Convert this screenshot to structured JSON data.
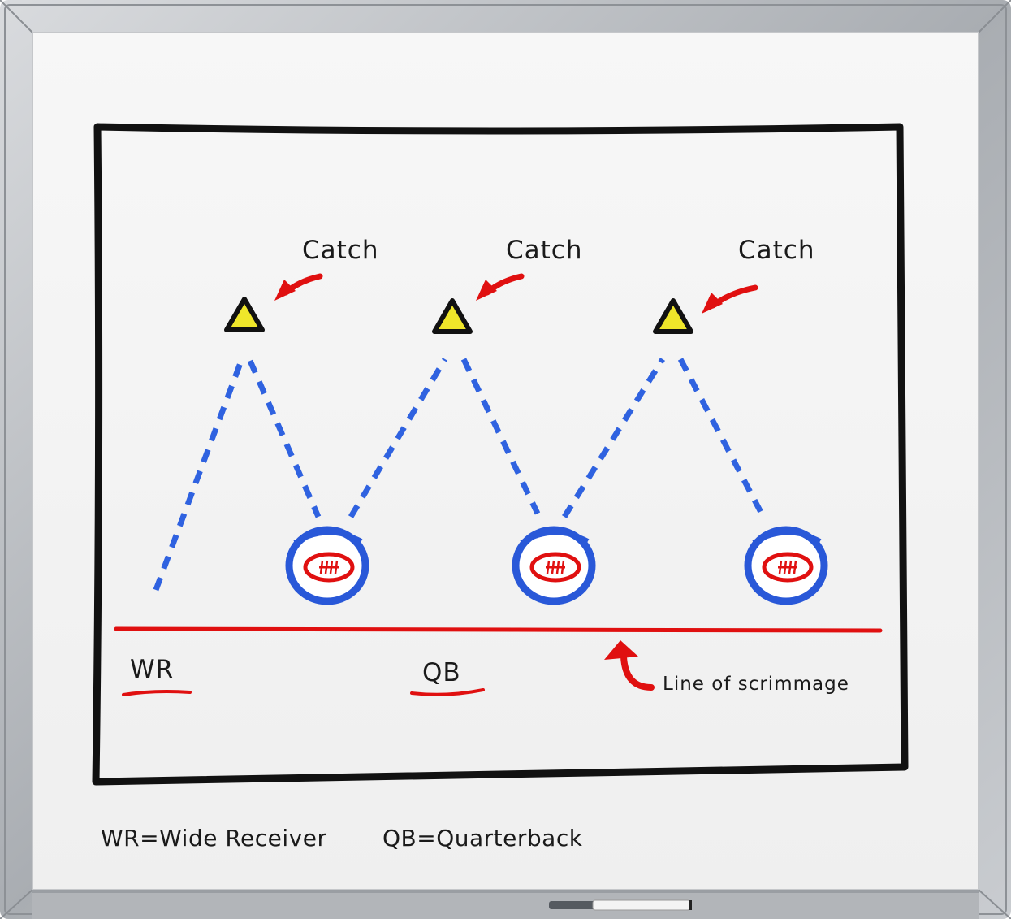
{
  "diagram": {
    "catch_labels": [
      "Catch",
      "Catch",
      "Catch"
    ],
    "position_labels": {
      "wide_receiver": "WR",
      "quarterback": "QB"
    },
    "line_of_scrimmage_label": "Line of scrimmage",
    "legend": {
      "wide_receiver": "WR=Wide Receiver",
      "quarterback": "QB=Quarterback"
    },
    "colors": {
      "frame": "#b9bcc0",
      "board": "#f4f4f4",
      "border_ink": "#111111",
      "route_dashes": "#2f62e0",
      "annotation_red": "#e01010",
      "cone_fill": "#efe62a",
      "ball_blue": "#2958d8"
    },
    "icons": [
      "cone-icon",
      "football-icon",
      "arrow-icon"
    ]
  }
}
